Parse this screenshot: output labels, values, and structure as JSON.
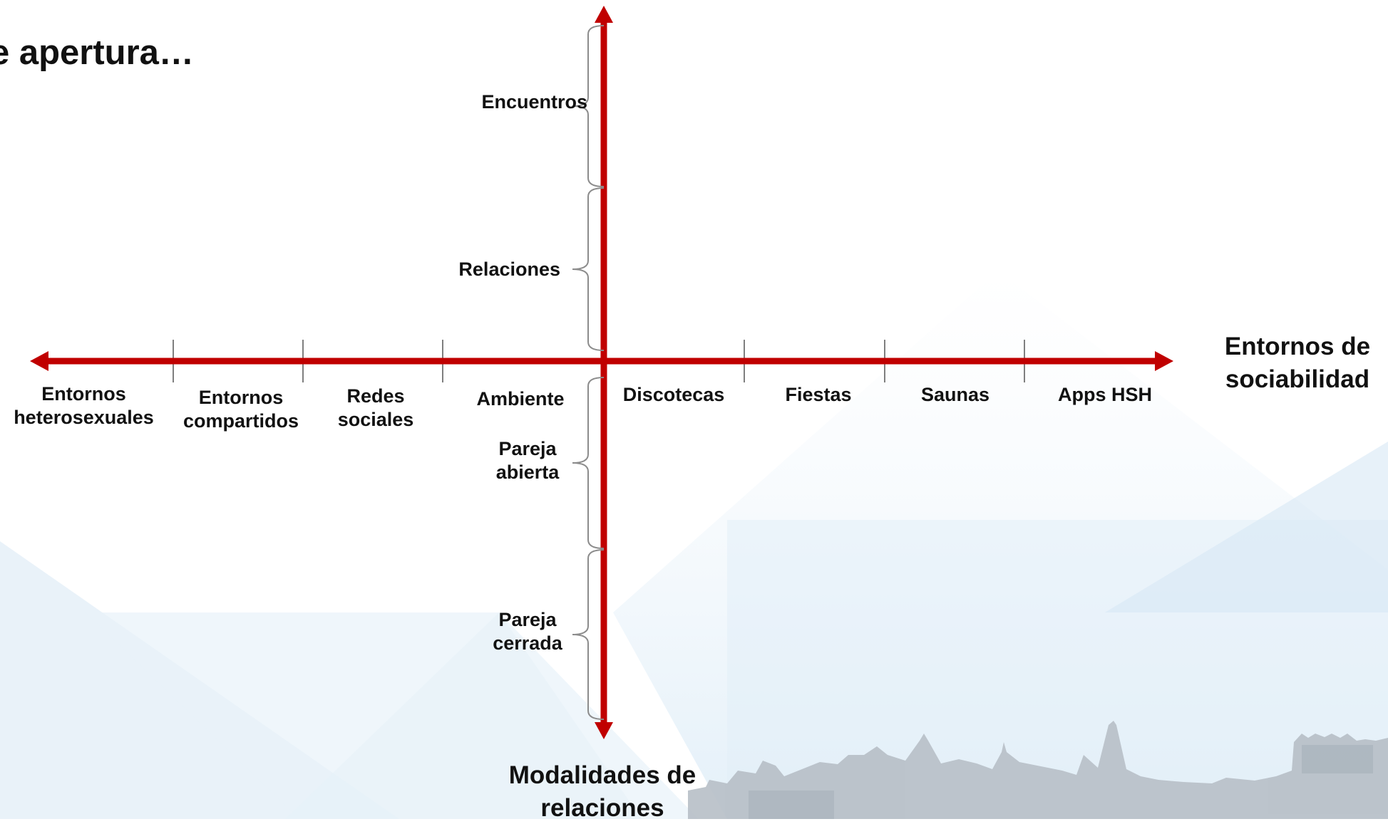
{
  "slide": {
    "title": "e apertura…"
  },
  "colors": {
    "axis": "#c00000",
    "ticks": "#7f7f7f",
    "braces": "#8c8c8c",
    "background_tint": "#dcecf7",
    "skyline": "#b4bcc4"
  },
  "diagram": {
    "x_axis_title": "Entornos de sociabilidad",
    "y_axis_title": "Modalidades de relaciones",
    "x_categories": [
      "Entornos heterosexuales",
      "Entornos compartidos",
      "Redes sociales",
      "Ambiente",
      "Discotecas",
      "Fiestas",
      "Saunas",
      "Apps HSH"
    ],
    "y_categories": [
      "Encuentros",
      "Relaciones",
      "Pareja abierta",
      "Pareja cerrada"
    ]
  }
}
